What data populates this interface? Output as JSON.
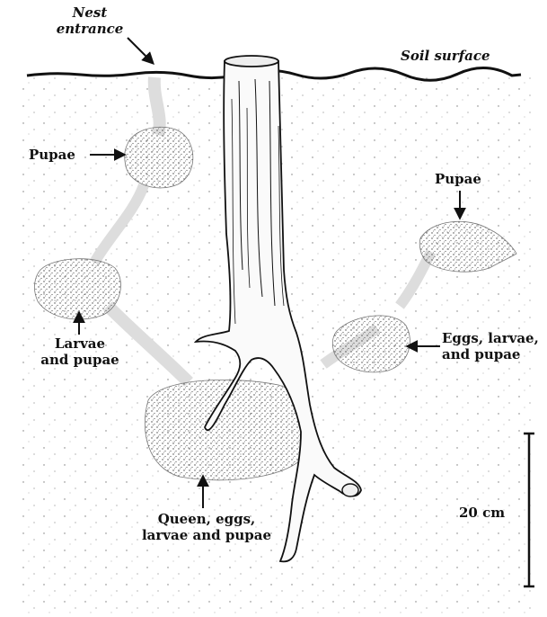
{
  "labels": {
    "nest_entrance_line1": "Nest",
    "nest_entrance_line2": "entrance",
    "soil_surface": "Soil surface",
    "pupae_left": "Pupae",
    "pupae_right": "Pupae",
    "larvae_pupae_line1": "Larvae",
    "larvae_pupae_line2": "and pupae",
    "eggs_line1": "Eggs, larvae,",
    "eggs_line2": "and pupae",
    "queen_line1": "Queen, eggs,",
    "queen_line2": "larvae and pupae",
    "scale": "20 cm"
  },
  "colors": {
    "ink": "#111111",
    "chamber_fill": "#f2f2f2",
    "background": "#ffffff"
  }
}
